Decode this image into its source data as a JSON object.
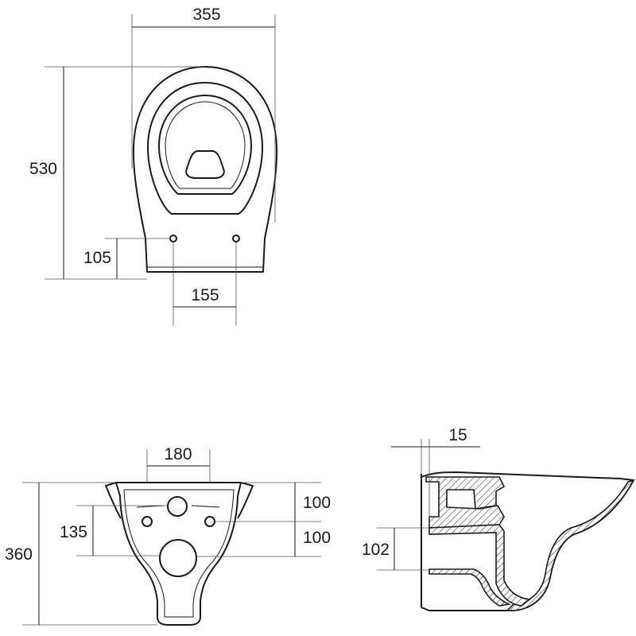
{
  "top_view": {
    "width": "355",
    "depth": "530",
    "bolt_offset": "105",
    "bolt_spacing": "155"
  },
  "rear_view": {
    "fixing_spacing": "180",
    "height": "360",
    "fixing_height": "135",
    "upper_offset": "100",
    "lower_offset": "100"
  },
  "side_view": {
    "wall_thickness": "15",
    "outlet_height": "102"
  },
  "colors": {
    "line": "#1a1a1a",
    "extension": "#555555",
    "background": "#ffffff"
  }
}
